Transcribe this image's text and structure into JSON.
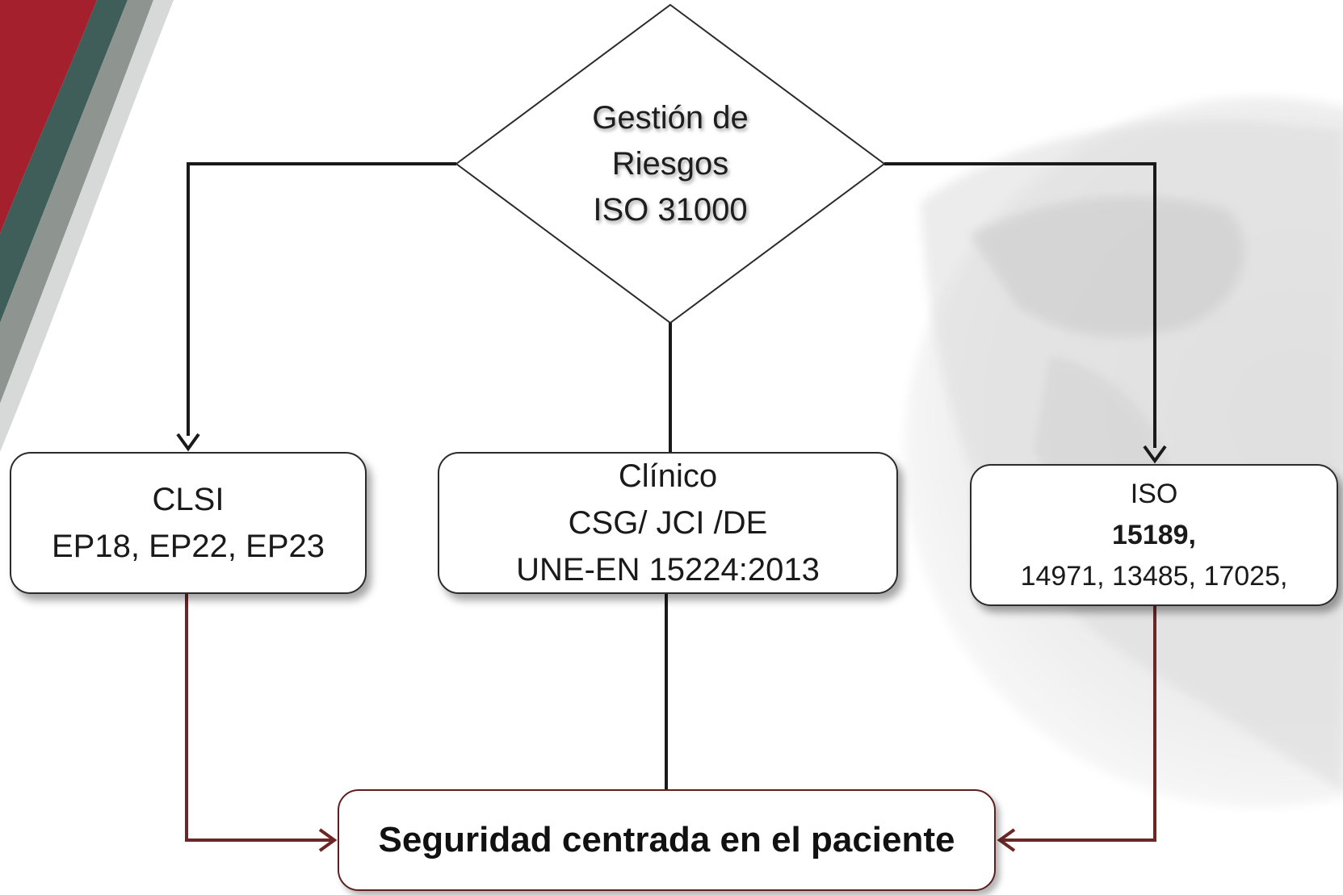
{
  "diagram": {
    "top_node": {
      "lines": [
        "Gestión de",
        "Riesgos",
        "ISO 31000"
      ]
    },
    "left_node": {
      "lines": [
        "CLSI",
        "EP18, EP22, EP23"
      ]
    },
    "center_node": {
      "lines": [
        "Clínico",
        "CSG/ JCI /DE",
        "UNE-EN 15224:2013"
      ]
    },
    "right_node": {
      "line1": "ISO",
      "line2_bold": "15189,",
      "line3": "14971, 13485, 17025,"
    },
    "bottom_node": {
      "label": "Seguridad centrada en el paciente"
    }
  },
  "colors": {
    "arrow_dark": "#1a1a1a",
    "arrow_maroon": "#6b2626",
    "stripe_red": "#a3202c",
    "stripe_green": "#3f5e59",
    "stripe_gray": "#8e9490"
  },
  "decor": {
    "left_stripes": "decorative-stripes",
    "background_globe": "faded-globe-watermark"
  }
}
